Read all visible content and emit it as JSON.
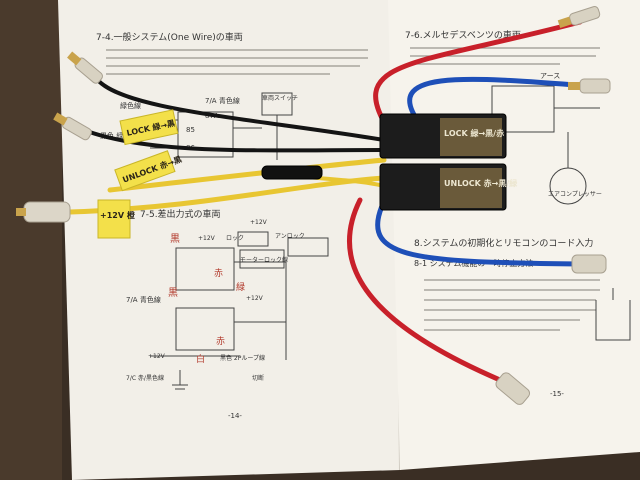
{
  "left_page": {
    "heading_top": "7-4.一般システム(One Wire)の車両",
    "heading_bottom": "7-5.差出力式の車両",
    "wire_label_green": "緑色線",
    "wire_label_black": "黒色 緑色線",
    "relay_label_top": "7/A 青色線",
    "relay_label_bottom": "7/A 青色線",
    "switch_label": "車両スイッチ",
    "plus12": "+12V",
    "lock_label": "ロック",
    "unlock_label": "アンロック",
    "motor_label": "モーターロック線",
    "loop_label": "黒色 2Pループ線",
    "ground_label": "7/C 赤/黒色線",
    "cut_label": "切断",
    "page_no": "-14-"
  },
  "right_page": {
    "heading_top": "7-6.メルセデスベンツの車両",
    "heading_bottom": "8.システムの初期化とリモコンのコード入力",
    "sub_heading": "8-1 システム機能の一時停止方法",
    "earth_label": "アース",
    "compressor_label": "エアコンプレッサー",
    "page_no": "-15-"
  },
  "tags": {
    "lock": "LOCK 緑→黒",
    "unlock": "UNLOCK 赤→黒",
    "plus12": "+12V 橙"
  },
  "relay_labels": {
    "top": "LOCK 緑→黒/赤",
    "bottom": "UNLOCK 赤→黒/緑"
  },
  "handwritten_notes": [
    "黒",
    "赤",
    "緑",
    "黒",
    "赤",
    "白"
  ],
  "colors": {
    "desk": "#3a2e24",
    "paper": "#f4f1ea",
    "wire_red": "#c8202a",
    "wire_blue": "#1e4fb8",
    "wire_yellow": "#e8c632",
    "wire_black": "#141414",
    "tag_yellow": "#f3e04a",
    "relay_body": "#1c1c1c",
    "relay_label": "#6a5a3a"
  }
}
